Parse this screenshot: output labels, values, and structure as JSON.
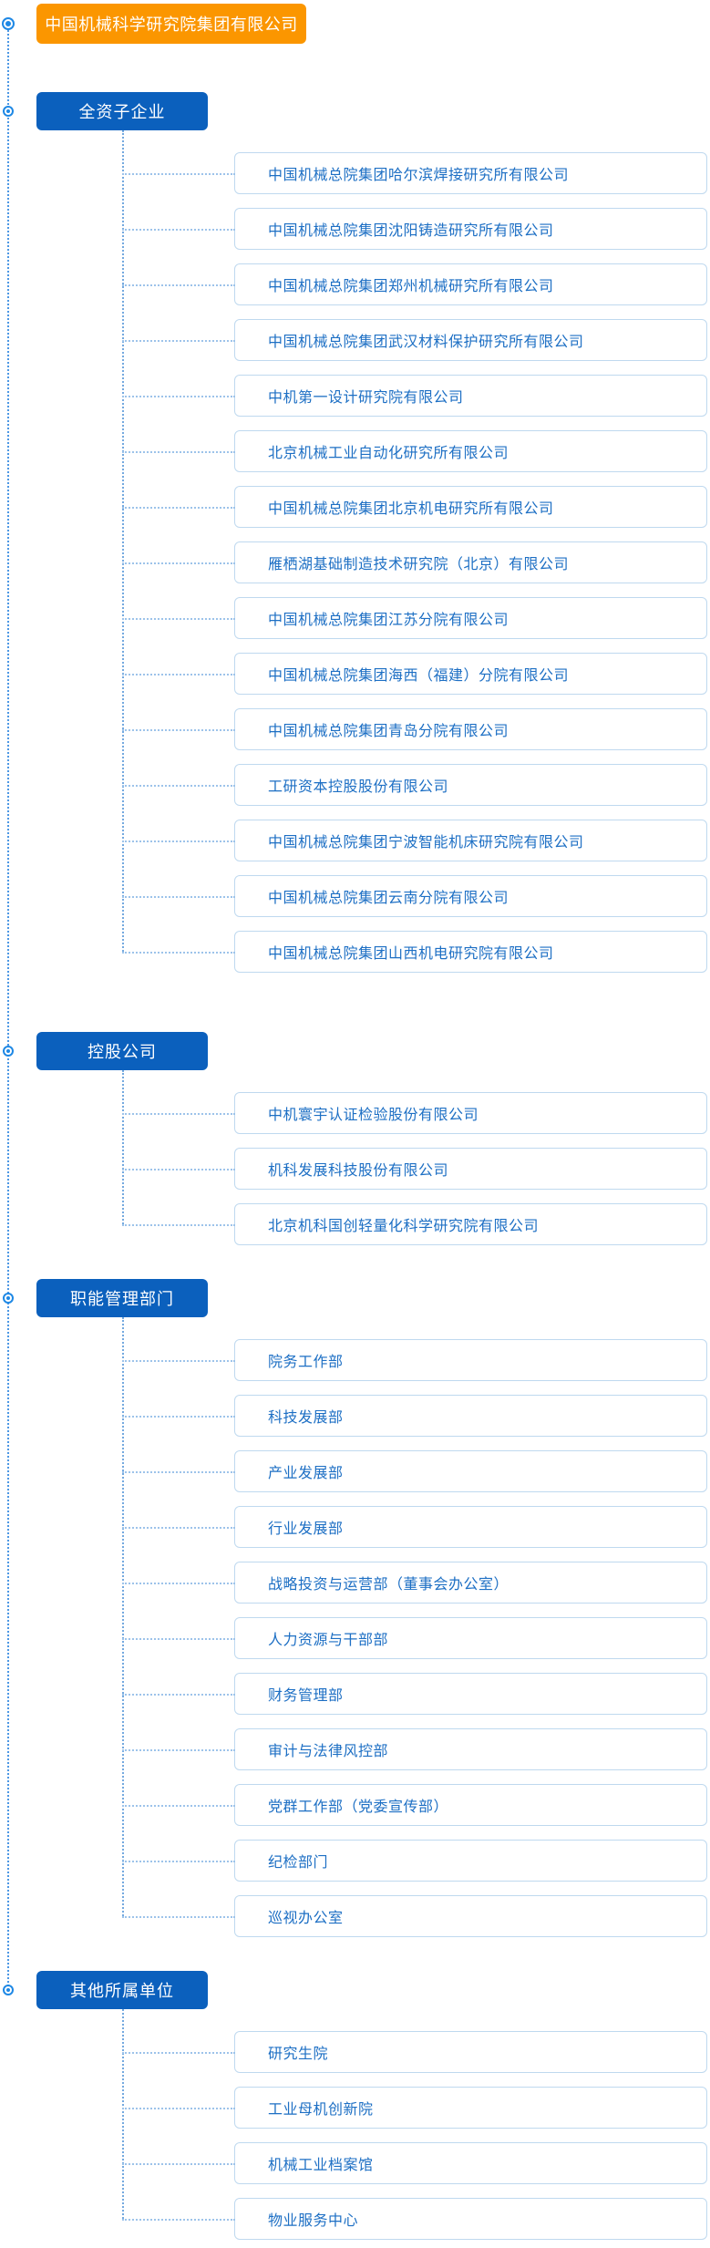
{
  "company": {
    "name": "中国机械科学研究院集团有限公司"
  },
  "sections": [
    {
      "label": "全资子企业",
      "items": [
        "中国机械总院集团哈尔滨焊接研究所有限公司",
        "中国机械总院集团沈阳铸造研究所有限公司",
        "中国机械总院集团郑州机械研究所有限公司",
        "中国机械总院集团武汉材料保护研究所有限公司",
        "中机第一设计研究院有限公司",
        "北京机械工业自动化研究所有限公司",
        "中国机械总院集团北京机电研究所有限公司",
        "雁栖湖基础制造技术研究院（北京）有限公司",
        "中国机械总院集团江苏分院有限公司",
        "中国机械总院集团海西（福建）分院有限公司",
        "中国机械总院集团青岛分院有限公司",
        "工研资本控股股份有限公司",
        "中国机械总院集团宁波智能机床研究院有限公司",
        "中国机械总院集团云南分院有限公司",
        "中国机械总院集团山西机电研究院有限公司"
      ]
    },
    {
      "label": "控股公司",
      "items": [
        "中机寰宇认证检验股份有限公司",
        "机科发展科技股份有限公司",
        "北京机科国创轻量化科学研究院有限公司"
      ]
    },
    {
      "label": "职能管理部门",
      "items": [
        "院务工作部",
        "科技发展部",
        "产业发展部",
        "行业发展部",
        "战略投资与运营部（董事会办公室）",
        "人力资源与干部部",
        "财务管理部",
        "审计与法律风控部",
        "党群工作部（党委宣传部）",
        "纪检部门",
        "巡视办公室"
      ]
    },
    {
      "label": "其他所属单位",
      "items": [
        "研究生院",
        "工业母机创新院",
        "机械工业档案馆",
        "物业服务中心"
      ]
    }
  ],
  "colors": {
    "root_node_bg": "#FB9600",
    "section_node_bg": "#0B60BD",
    "node_text_on_color": "#FFFFFF",
    "item_text": "#1D6FC4",
    "item_border": "#BFD9EF",
    "rail_line": "#4C97E4",
    "branch_line": "#74A9DF",
    "bullet_icon": "#1E88E5"
  }
}
